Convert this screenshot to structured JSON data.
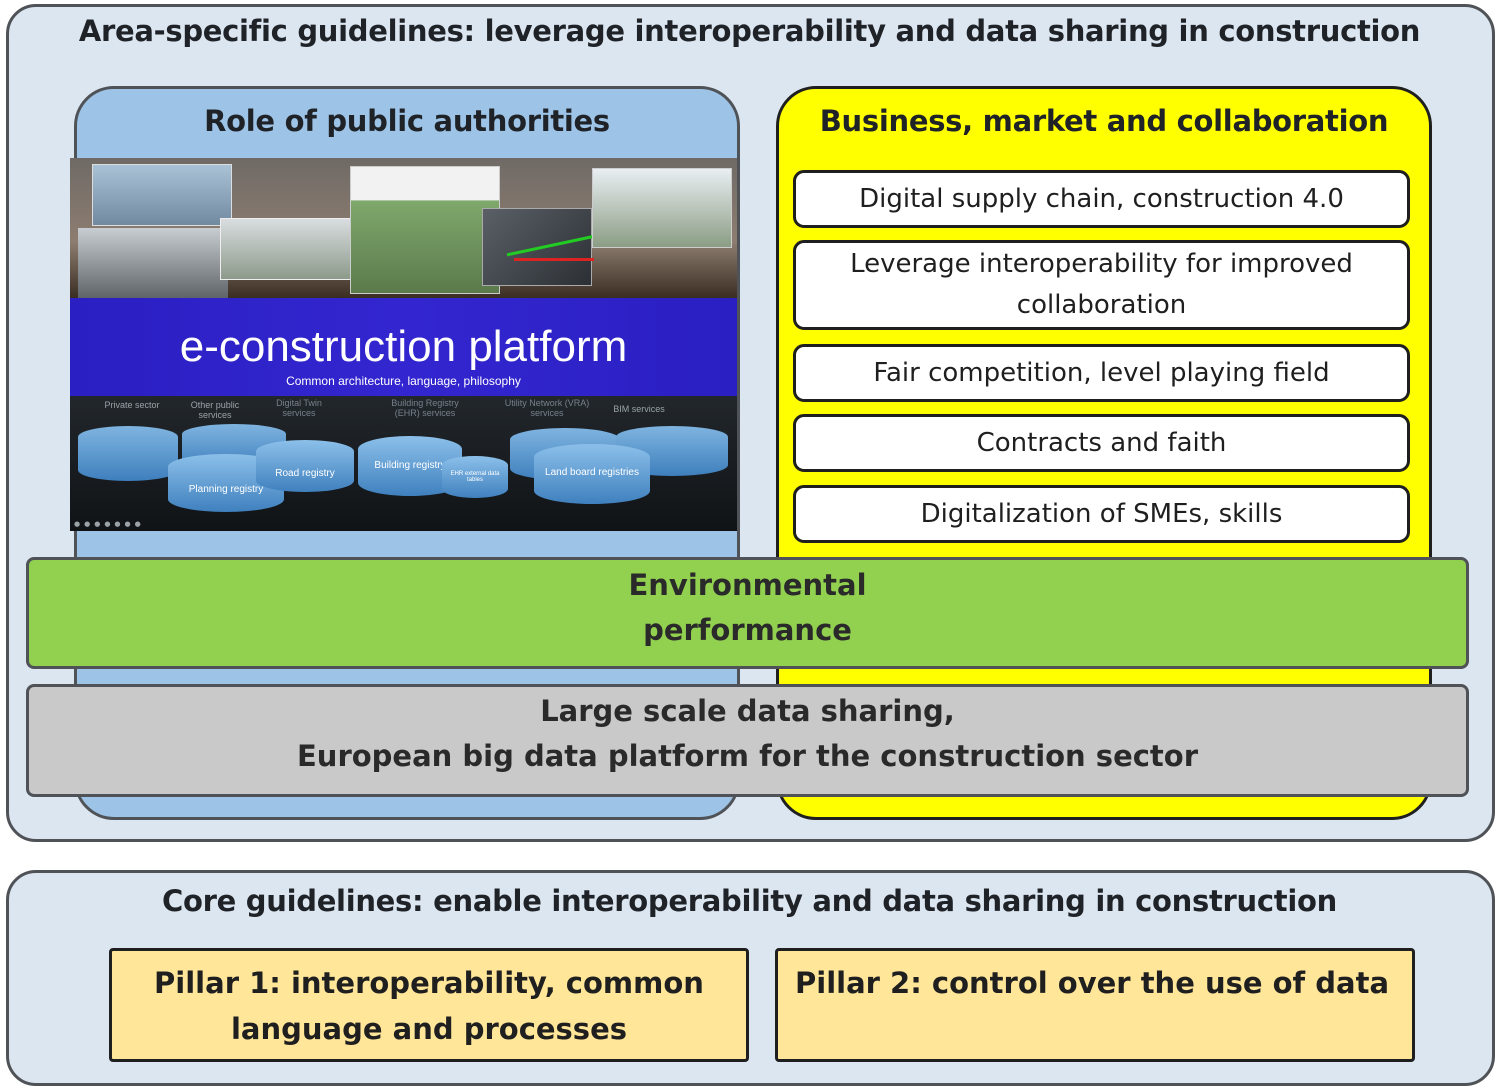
{
  "area": {
    "title": "Area-specific guidelines: leverage interoperability and data sharing in construction",
    "left_title": "Role of public authorities",
    "right_title": "Business, market and collaboration",
    "right_items": [
      "Digital supply chain, construction 4.0",
      "Leverage interoperability for improved collaboration",
      "Fair competition, level playing field",
      "Contracts and faith",
      "Digitalization of SMEs, skills"
    ],
    "env_line1": "Environmental",
    "env_line2": "performance",
    "data_line1": "Large scale data sharing,",
    "data_line2": "European big data platform for the construction sector"
  },
  "platform": {
    "title": "e-construction platform",
    "subtitle": "Common architecture, language, philosophy",
    "services": [
      "Private sector",
      "Other public services",
      "Digital Twin services",
      "Building Registry (EHR) services",
      "Utility Network (VRA) services",
      "BIM services"
    ],
    "registries": [
      "Planning registry",
      "Road registry",
      "Building registry",
      "EHR external data tables",
      "Land board registries"
    ]
  },
  "core": {
    "title": "Core guidelines: enable interoperability and data sharing in construction",
    "pillar1_line1": "Pillar 1: interoperability, common",
    "pillar1_line2": "language and processes",
    "pillar2": "Pillar 2: control over the use of data"
  },
  "colors": {
    "panel": "#dce6f1",
    "left_col": "#9dc3e6",
    "right_col": "#ffff00",
    "env": "#92d050",
    "data": "#c9c9c9",
    "pillar": "#ffe699",
    "platform_band": "#2a1fc2"
  }
}
